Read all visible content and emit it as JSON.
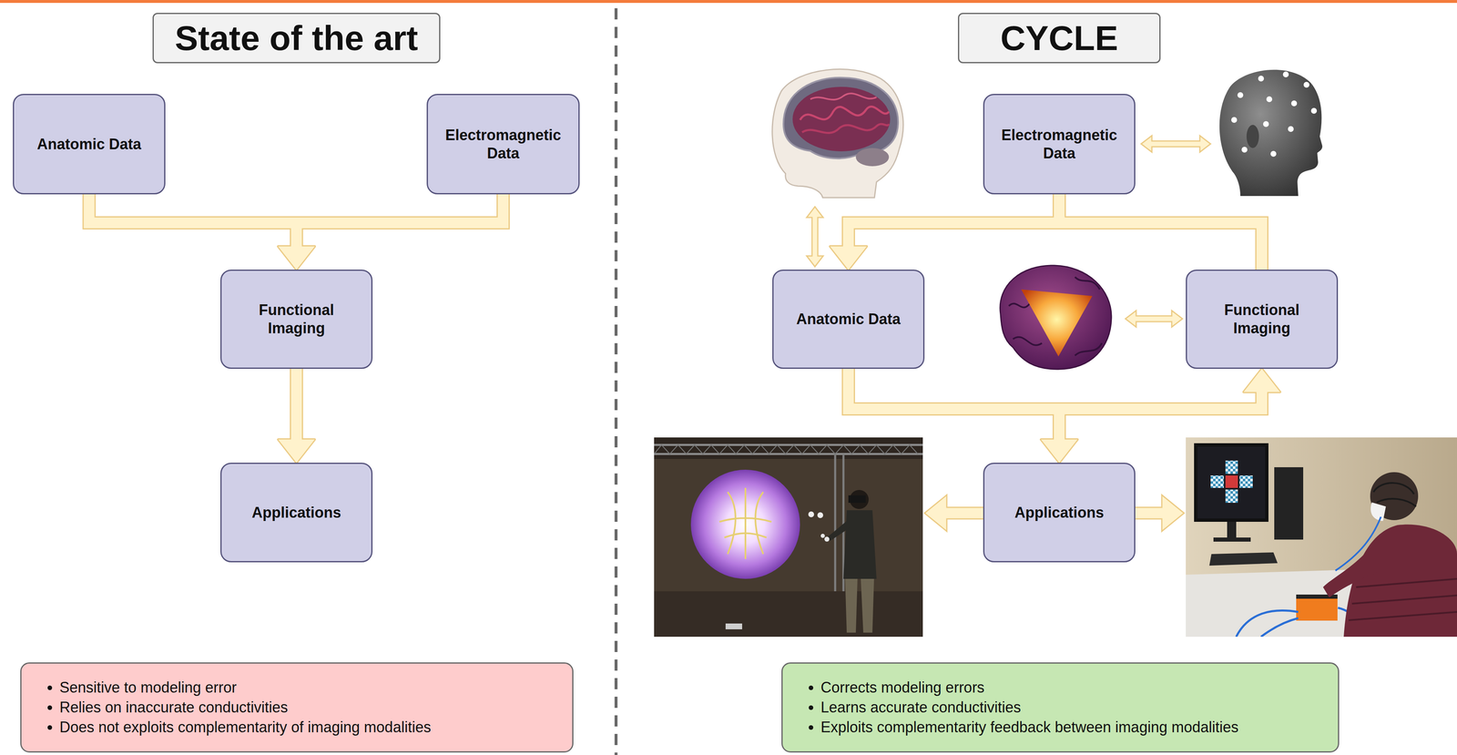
{
  "diagram": {
    "nodes": [
      {
        "text": [
          "State of the art"
        ]
      },
      {
        "text": [
          "Anatomic Data"
        ]
      },
      {
        "text": [
          "Electromagnetic Data"
        ]
      },
      {
        "text": [
          "Functional Imaging"
        ]
      },
      {
        "text": [
          "Applications"
        ]
      },
      {
        "text": [
          "Sensitive to modeling error",
          "Relies on inaccurate conductivities",
          "Does not exploits complementarity of imaging modalities"
        ]
      },
      {
        "text": [
          "CYCLE"
        ]
      },
      {
        "text": [
          "Electromagnetic Data"
        ]
      },
      {
        "text": [
          "Anatomic Data"
        ]
      },
      {
        "text": [
          "Functional Imaging"
        ]
      },
      {
        "text": [
          "Applications"
        ]
      },
      {
        "text": [
          "Corrects modeling errors",
          "Learns accurate conductivities",
          "Exploits complementarity feedback between imaging modalities"
        ]
      }
    ],
    "edges": [
      {
        "from": 1,
        "to": 3,
        "arrow": "to"
      },
      {
        "from": 2,
        "to": 3,
        "arrow": "to"
      },
      {
        "from": 3,
        "to": 4,
        "arrow": "to"
      },
      {
        "from": 7,
        "to": 8,
        "arrow": "to"
      },
      {
        "from": 9,
        "to": 8,
        "arrow": "to"
      },
      {
        "from": 8,
        "to": 9,
        "arrow": "to"
      },
      {
        "from": 8,
        "to": 10,
        "arrow": "to"
      }
    ]
  }
}
